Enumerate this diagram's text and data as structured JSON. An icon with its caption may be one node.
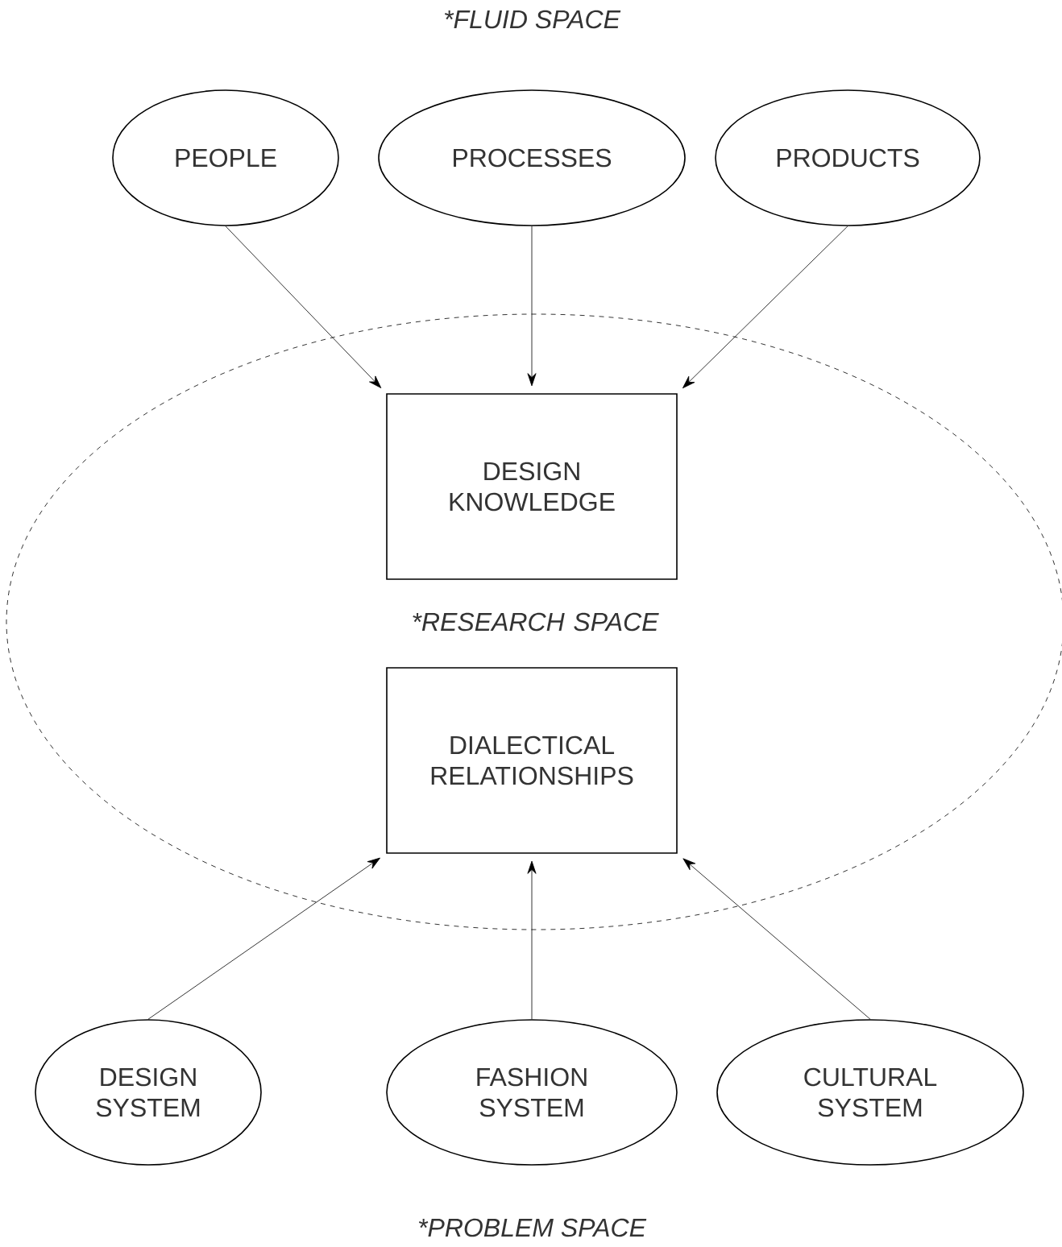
{
  "diagram": {
    "nodes": [
      {
        "text": [
          "PEOPLE"
        ]
      },
      {
        "text": [
          "PROCESSES"
        ]
      },
      {
        "text": [
          "PRODUCTS"
        ]
      },
      {
        "text": [
          "*RESEARCH SPACE"
        ]
      },
      {
        "text": [
          "DESIGN KNOWLEDGE"
        ],
        "in": 3
      },
      {
        "text": [
          "DIALECTICAL RELATIONSHIPS"
        ],
        "in": 3
      },
      {
        "text": [
          "DESIGN SYSTEM"
        ]
      },
      {
        "text": [
          "FASHION SYSTEM"
        ]
      },
      {
        "text": [
          "CULTURAL SYSTEM"
        ]
      }
    ],
    "edges": [
      {
        "from": 0,
        "to": 4,
        "arrow": "to"
      },
      {
        "from": 1,
        "to": 4,
        "arrow": "to"
      },
      {
        "from": 2,
        "to": 4,
        "arrow": "to"
      },
      {
        "from": 6,
        "to": 5,
        "arrow": "to"
      },
      {
        "from": 7,
        "to": 5,
        "arrow": "to"
      },
      {
        "from": 8,
        "to": 5,
        "arrow": "to"
      }
    ],
    "labels": [
      "*FLUID SPACE",
      "*PROBLEM SPACE"
    ]
  }
}
